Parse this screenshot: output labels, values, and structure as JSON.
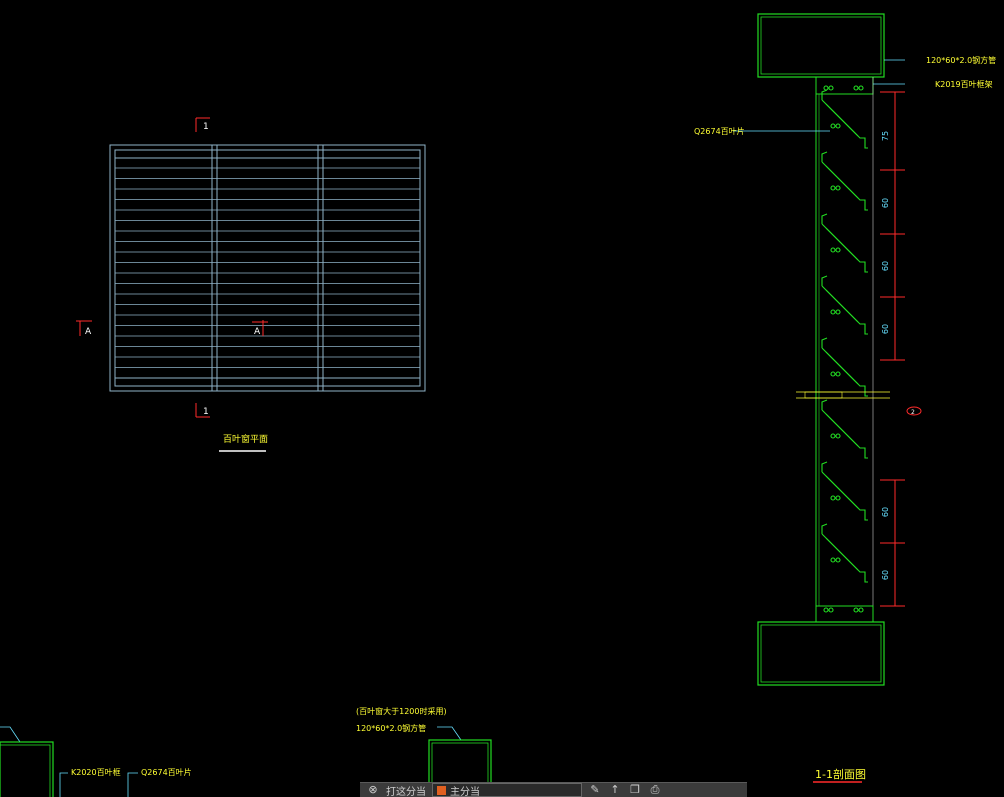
{
  "plan_view": {
    "section_mark_top": "1",
    "section_mark_bottom": "1",
    "section_mark_left": "A",
    "section_mark_center": "A",
    "title": "百叶窗平面"
  },
  "section_view": {
    "title": "1-1剖面图",
    "callouts": {
      "top_tube": "120*60*2.0钢方管",
      "top_frame": "K2019百叶框架",
      "blade": "Q2674百叶片"
    },
    "dimensions": [
      "75",
      "60",
      "60",
      "60",
      "60",
      "60"
    ],
    "center_mark": "2"
  },
  "bottom_notes": {
    "note_line1": "(百叶窗大于1200时采用)",
    "note_line2": "120*60*2.0钢方管",
    "frame_label": "K2020百叶框",
    "blade_label": "Q2674百叶片"
  },
  "command_bar": {
    "left_text": "打这分当",
    "layer_name": "主分当"
  }
}
